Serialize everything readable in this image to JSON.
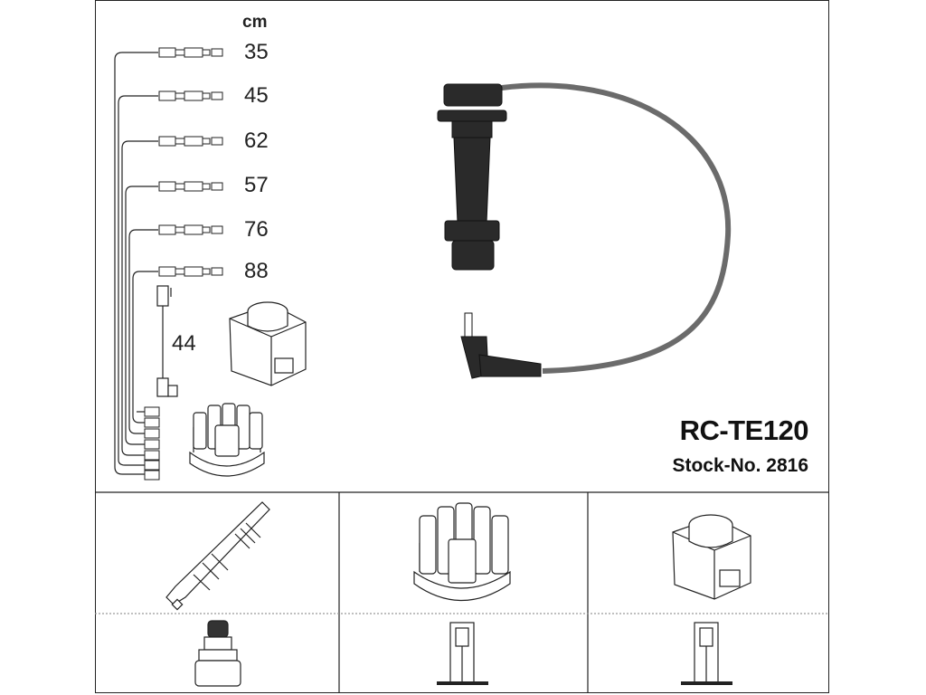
{
  "unit": "cm",
  "lengths": [
    "35",
    "45",
    "62",
    "57",
    "76",
    "88"
  ],
  "coil_lead_length": "44",
  "product": {
    "model": "RC-TE120",
    "stock_number": "Stock-No. 2816"
  },
  "icons": [
    "spark-plug-icon",
    "distributor-cap-icon",
    "ignition-coil-icon",
    "spark-plug-terminal-icon",
    "distributor-terminal-icon",
    "coil-terminal-icon"
  ],
  "colors": {
    "line": "#222222",
    "cable": "#6b6b6b"
  }
}
